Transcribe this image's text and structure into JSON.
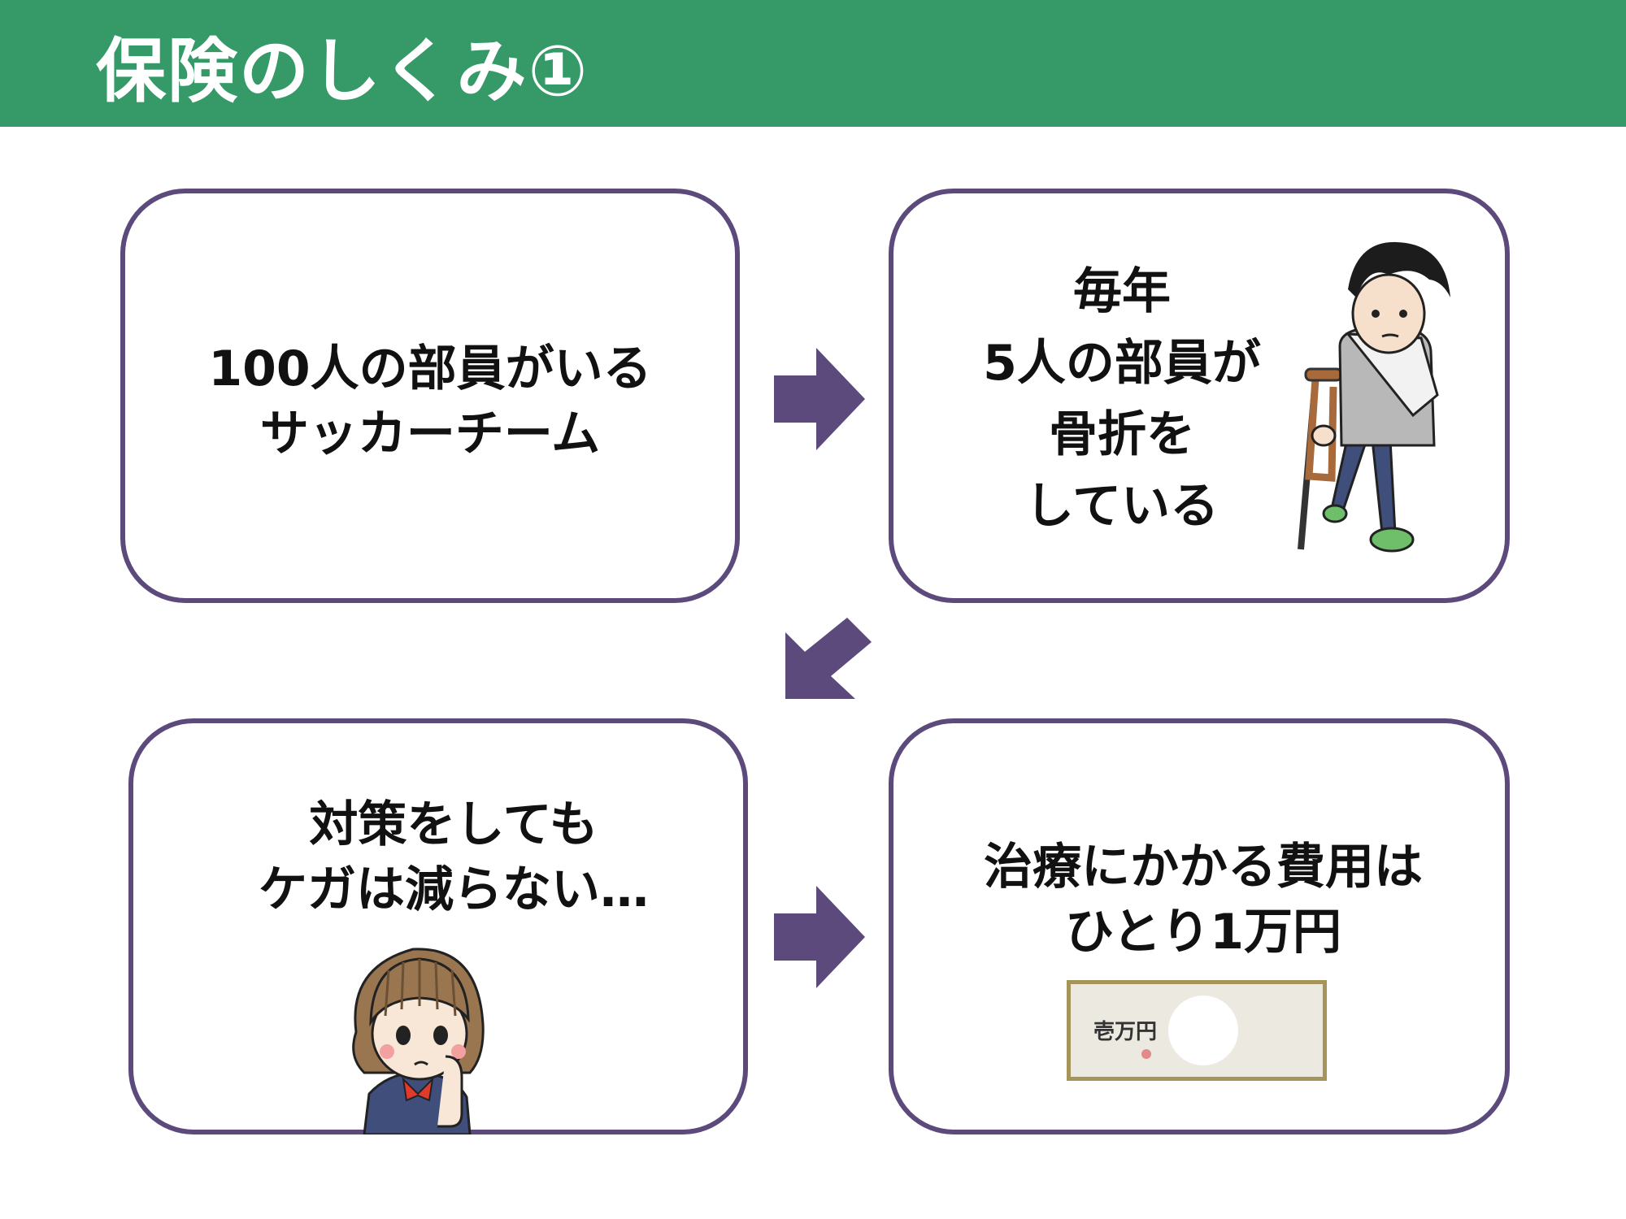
{
  "header": {
    "title": "保険のしくみ①"
  },
  "boxes": {
    "team": {
      "lines": [
        "100人の部員がいる",
        "サッカーチーム"
      ]
    },
    "injury": {
      "lines": [
        "毎年",
        "5人の部員が",
        "骨折を",
        "している"
      ]
    },
    "cost": {
      "lines": [
        "治療にかかる費用は",
        "ひとり1万円"
      ]
    },
    "prevention": {
      "lines": [
        "対策をしても",
        "ケガは減らない…"
      ]
    }
  },
  "bill": {
    "label": "壱万円"
  },
  "colors": {
    "header_bg": "#359a68",
    "border": "#5c4a7c",
    "arrow": "#5c4a7c"
  },
  "icons": [
    "injured-boy-on-crutch-icon",
    "worried-girl-icon",
    "ten-thousand-yen-bill-icon",
    "arrow-right-icon",
    "arrow-down-left-icon"
  ]
}
